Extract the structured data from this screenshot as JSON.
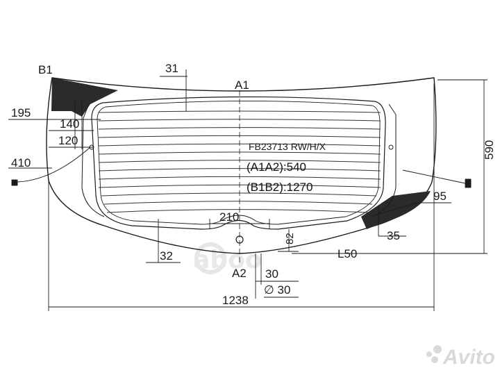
{
  "part_number": "FB23713 RW/H/X",
  "distance_a1a2": "(A1A2):540",
  "distance_b1b2": "(B1B2):1270",
  "points": {
    "a1": "A1",
    "a2": "A2",
    "b1": "B1"
  },
  "dimensions": {
    "top_offset": "31",
    "left_195": "195",
    "left_140": "140",
    "left_120": "120",
    "left_410": "410",
    "height_590": "590",
    "right_95": "95",
    "right_35": "35",
    "bottom_210": "210",
    "bottom_82": "82",
    "bottom_32": "32",
    "lower_l50": "L50",
    "bottom_30": "30",
    "hole_diameter": "∅ 30",
    "total_width": "1238"
  },
  "watermark": "aboo",
  "brand_logo": "Avito",
  "colors": {
    "line": "#1a1a1a",
    "fill_dark": "#2b2b2b",
    "heater_line": "#333333",
    "watermark": "#e6e6e6"
  }
}
